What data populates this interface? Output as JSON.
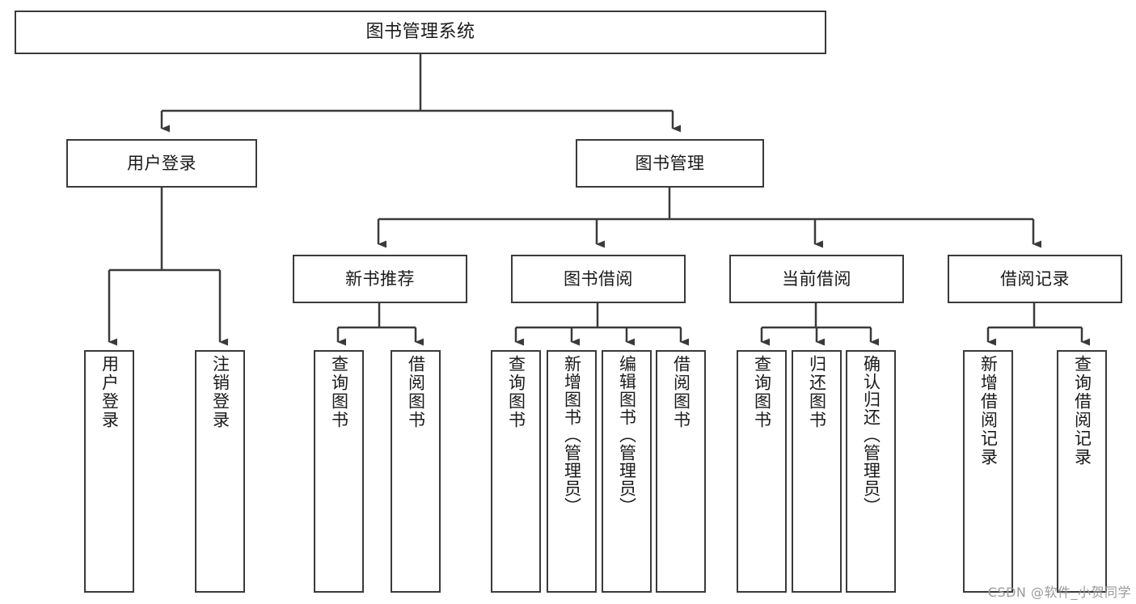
{
  "diagram": {
    "title": "图书管理系统",
    "type": "hierarchy-tree",
    "watermark": "CSDN @软件_小贺同学",
    "colors": {
      "stroke": "#3a3a3a",
      "fill": "#ffffff",
      "text": "#1a1a1a",
      "watermark": "#9a9a9a"
    },
    "root": {
      "label": "图书管理系统"
    },
    "level2": [
      {
        "label": "用户登录"
      },
      {
        "label": "图书管理"
      }
    ],
    "level3": [
      {
        "label": "新书推荐"
      },
      {
        "label": "图书借阅"
      },
      {
        "label": "当前借阅"
      },
      {
        "label": "借阅记录"
      }
    ],
    "leaves": {
      "user_login": [
        {
          "label": "用户登录"
        },
        {
          "label": "注销登录"
        }
      ],
      "new_book_recommend": [
        {
          "label": "查询图书"
        },
        {
          "label": "借阅图书"
        }
      ],
      "book_borrow": [
        {
          "label": "查询图书"
        },
        {
          "label": "新增图书（管理员）"
        },
        {
          "label": "编辑图书（管理员）"
        },
        {
          "label": "借阅图书"
        }
      ],
      "current_borrow": [
        {
          "label": "查询图书"
        },
        {
          "label": "归还图书"
        },
        {
          "label": "确认归还（管理员）"
        }
      ],
      "borrow_record": [
        {
          "label": "新增借阅记录"
        },
        {
          "label": "查询借阅记录"
        }
      ]
    }
  }
}
